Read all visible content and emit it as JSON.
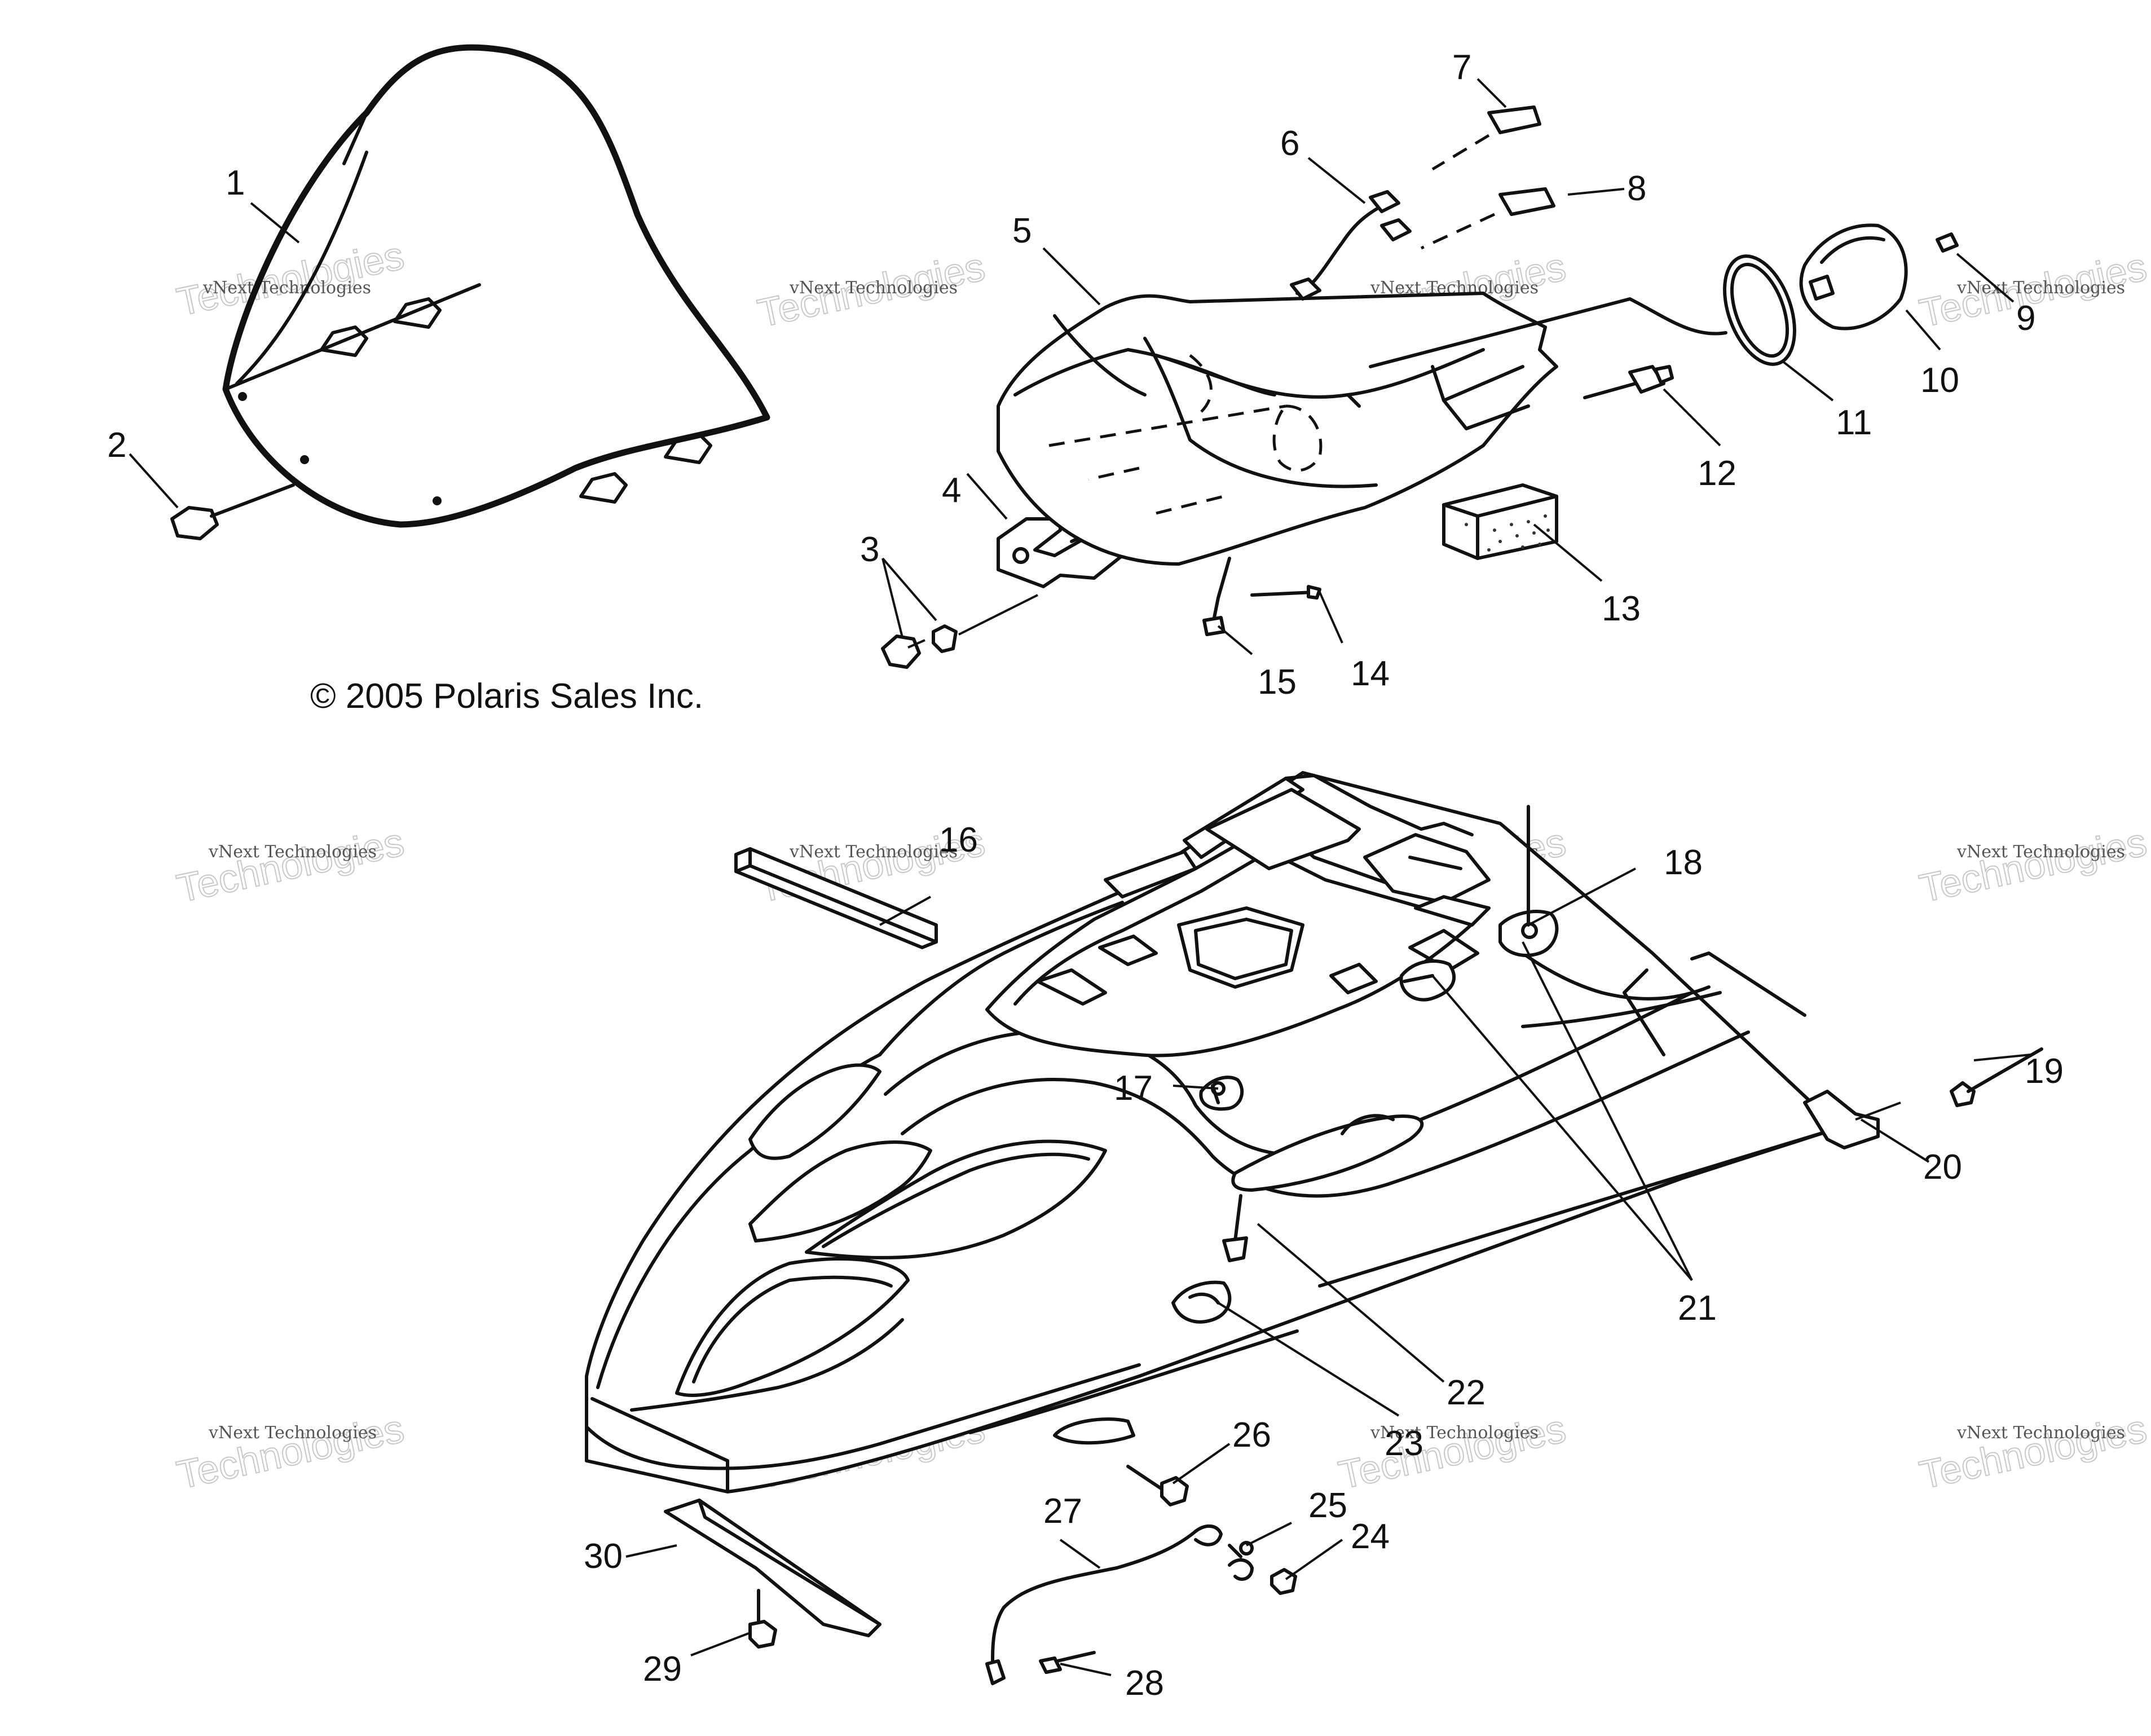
{
  "copyright": "© 2005 Polaris Sales Inc.",
  "watermark": {
    "brand": "vNext",
    "line1": "vNext Technologies",
    "line2": "Technologies"
  },
  "callouts": [
    "1",
    "2",
    "3",
    "4",
    "5",
    "6",
    "7",
    "8",
    "9",
    "10",
    "11",
    "12",
    "13",
    "14",
    "15",
    "16",
    "17",
    "18",
    "19",
    "20",
    "21",
    "22",
    "23",
    "24",
    "25",
    "26",
    "27",
    "28",
    "29",
    "30"
  ]
}
